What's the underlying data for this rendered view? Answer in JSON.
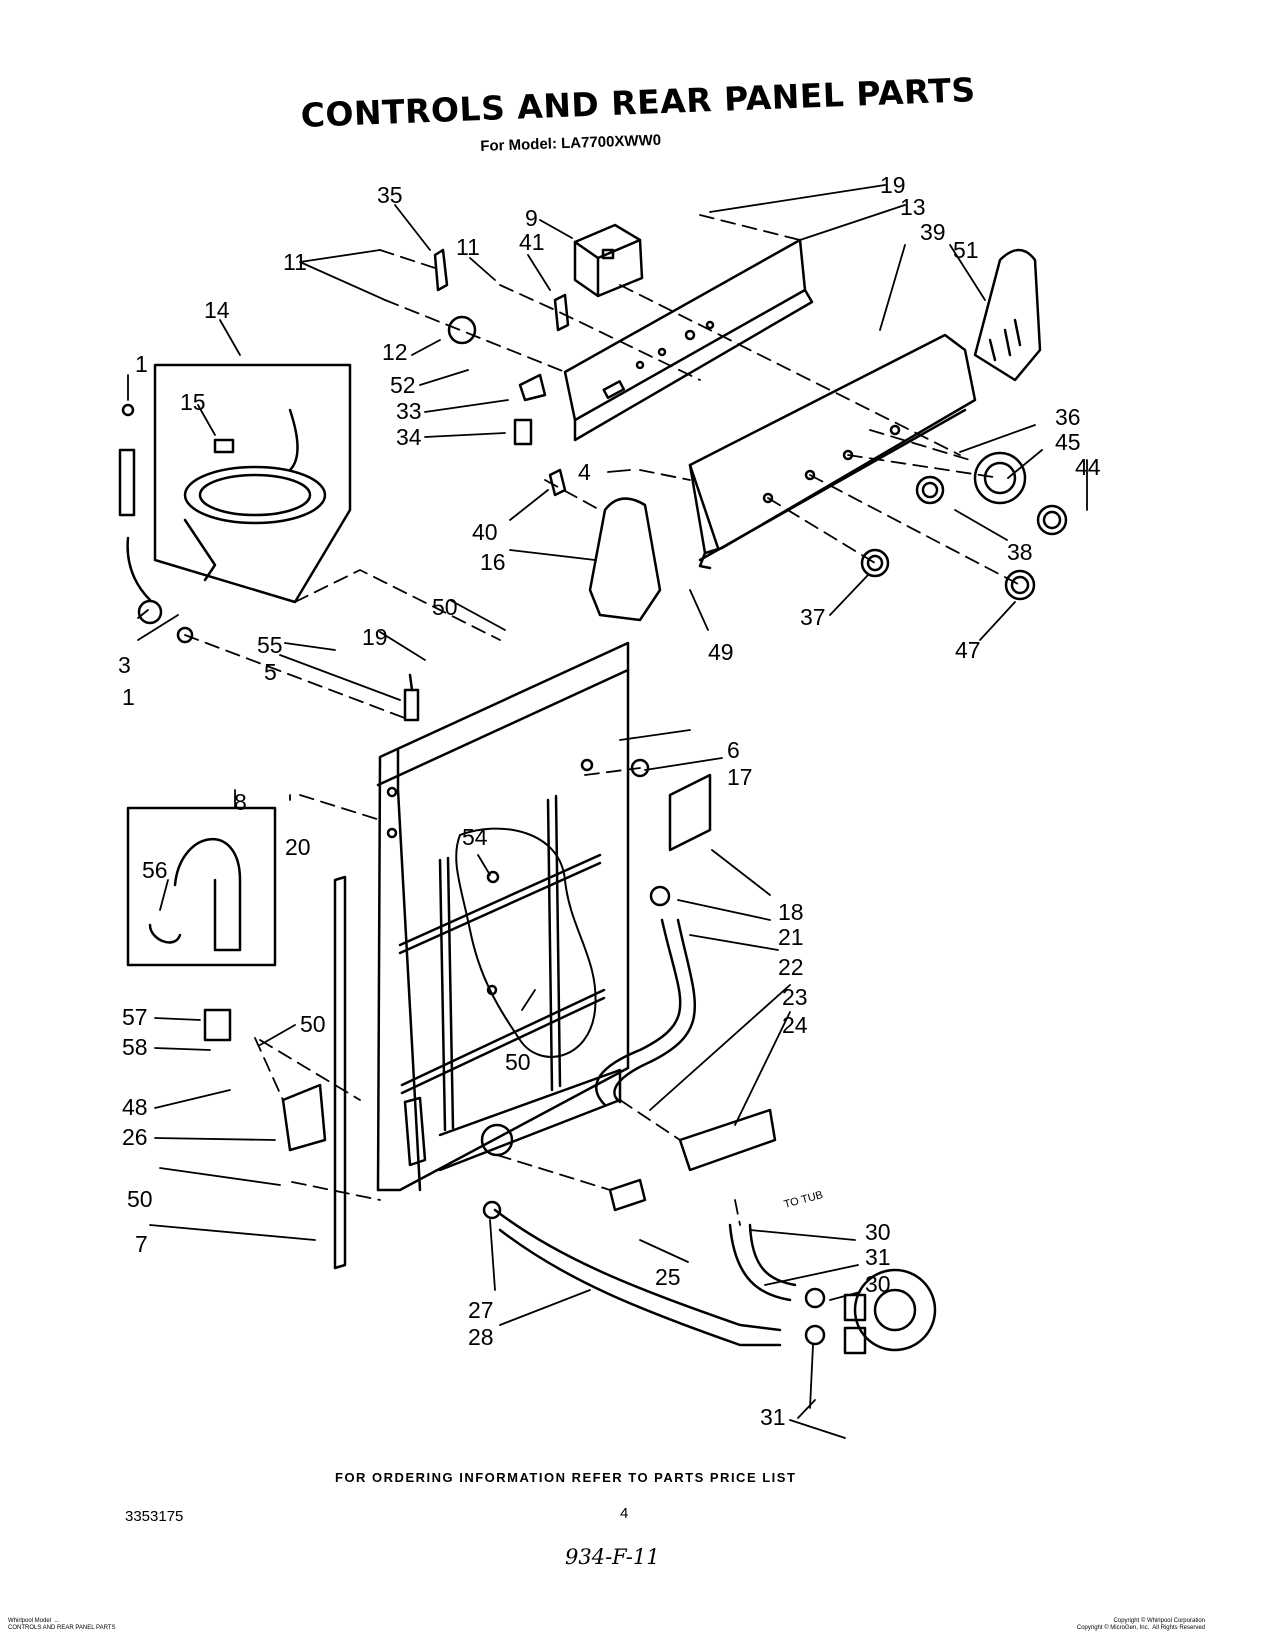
{
  "header": {
    "title": "CONTROLS AND REAR PANEL PARTS",
    "subtitle": "For Model: LA7700XWW0"
  },
  "callouts": [
    "1",
    "3",
    "1",
    "14",
    "15",
    "35",
    "11",
    "11",
    "41",
    "9",
    "19",
    "13",
    "39",
    "51",
    "12",
    "52",
    "33",
    "34",
    "4",
    "36",
    "45",
    "44",
    "38",
    "37",
    "47",
    "40",
    "16",
    "49",
    "50",
    "55",
    "5",
    "19",
    "6",
    "17",
    "8",
    "20",
    "56",
    "54",
    "18",
    "21",
    "22",
    "23",
    "24",
    "57",
    "58",
    "50",
    "48",
    "26",
    "50",
    "50",
    "7",
    "25",
    "27",
    "28",
    "30",
    "31",
    "30",
    "31"
  ],
  "tub_label": "TO TUB",
  "footer": {
    "order_note": "FOR ORDERING INFORMATION REFER TO PARTS PRICE LIST",
    "doc_number": "3353175",
    "page_number": "4",
    "handwritten_note": "934-F-11",
    "fine_print_left": "Whirlpool Model  ...\nCONTROLS AND REAR PANEL PARTS",
    "fine_print_right": "Copyright © Whirlpool Corporation\nCopyright © MicroGen, Inc.  All Rights Reserved"
  }
}
